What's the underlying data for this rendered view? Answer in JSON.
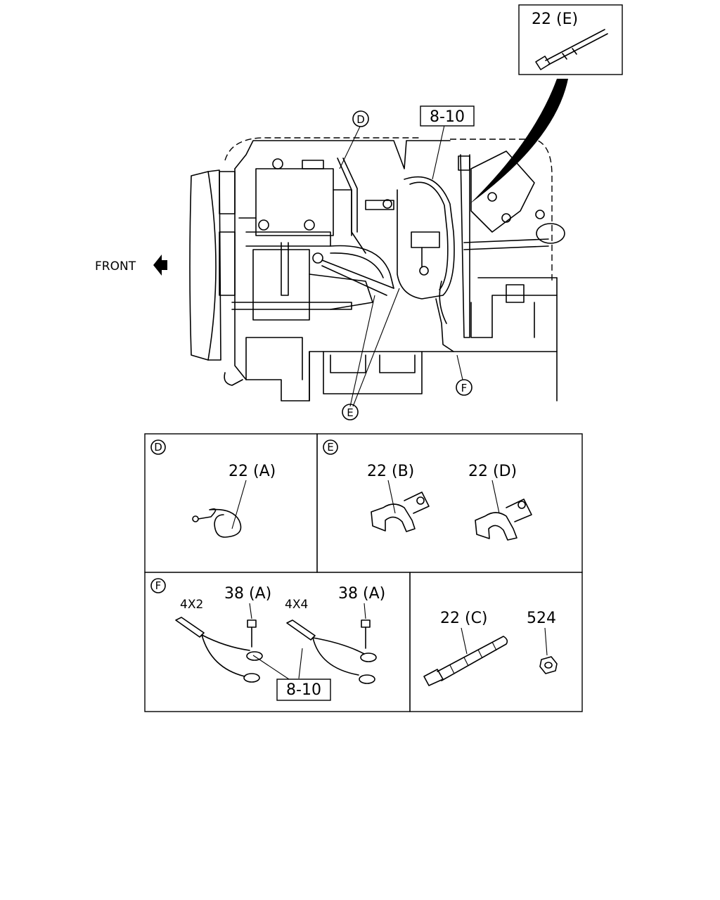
{
  "callouts": {
    "inset_top_label": "22 (E)",
    "ref_8_10_top": "8-10",
    "front_label": "FRONT",
    "marker_d": "D",
    "marker_e": "E",
    "marker_f": "F"
  },
  "panel_d": {
    "marker": "D",
    "part_a": "22 (A)"
  },
  "panel_e": {
    "marker": "E",
    "part_b": "22 (B)",
    "part_d": "22 (D)"
  },
  "panel_f": {
    "marker": "F",
    "variant_4x2": "4X2",
    "variant_4x4": "4X4",
    "bolt_left": "38 (A)",
    "bolt_right": "38 (A)",
    "ref_8_10": "8-10"
  },
  "panel_parts": {
    "tie": "22 (C)",
    "nut": "524"
  }
}
